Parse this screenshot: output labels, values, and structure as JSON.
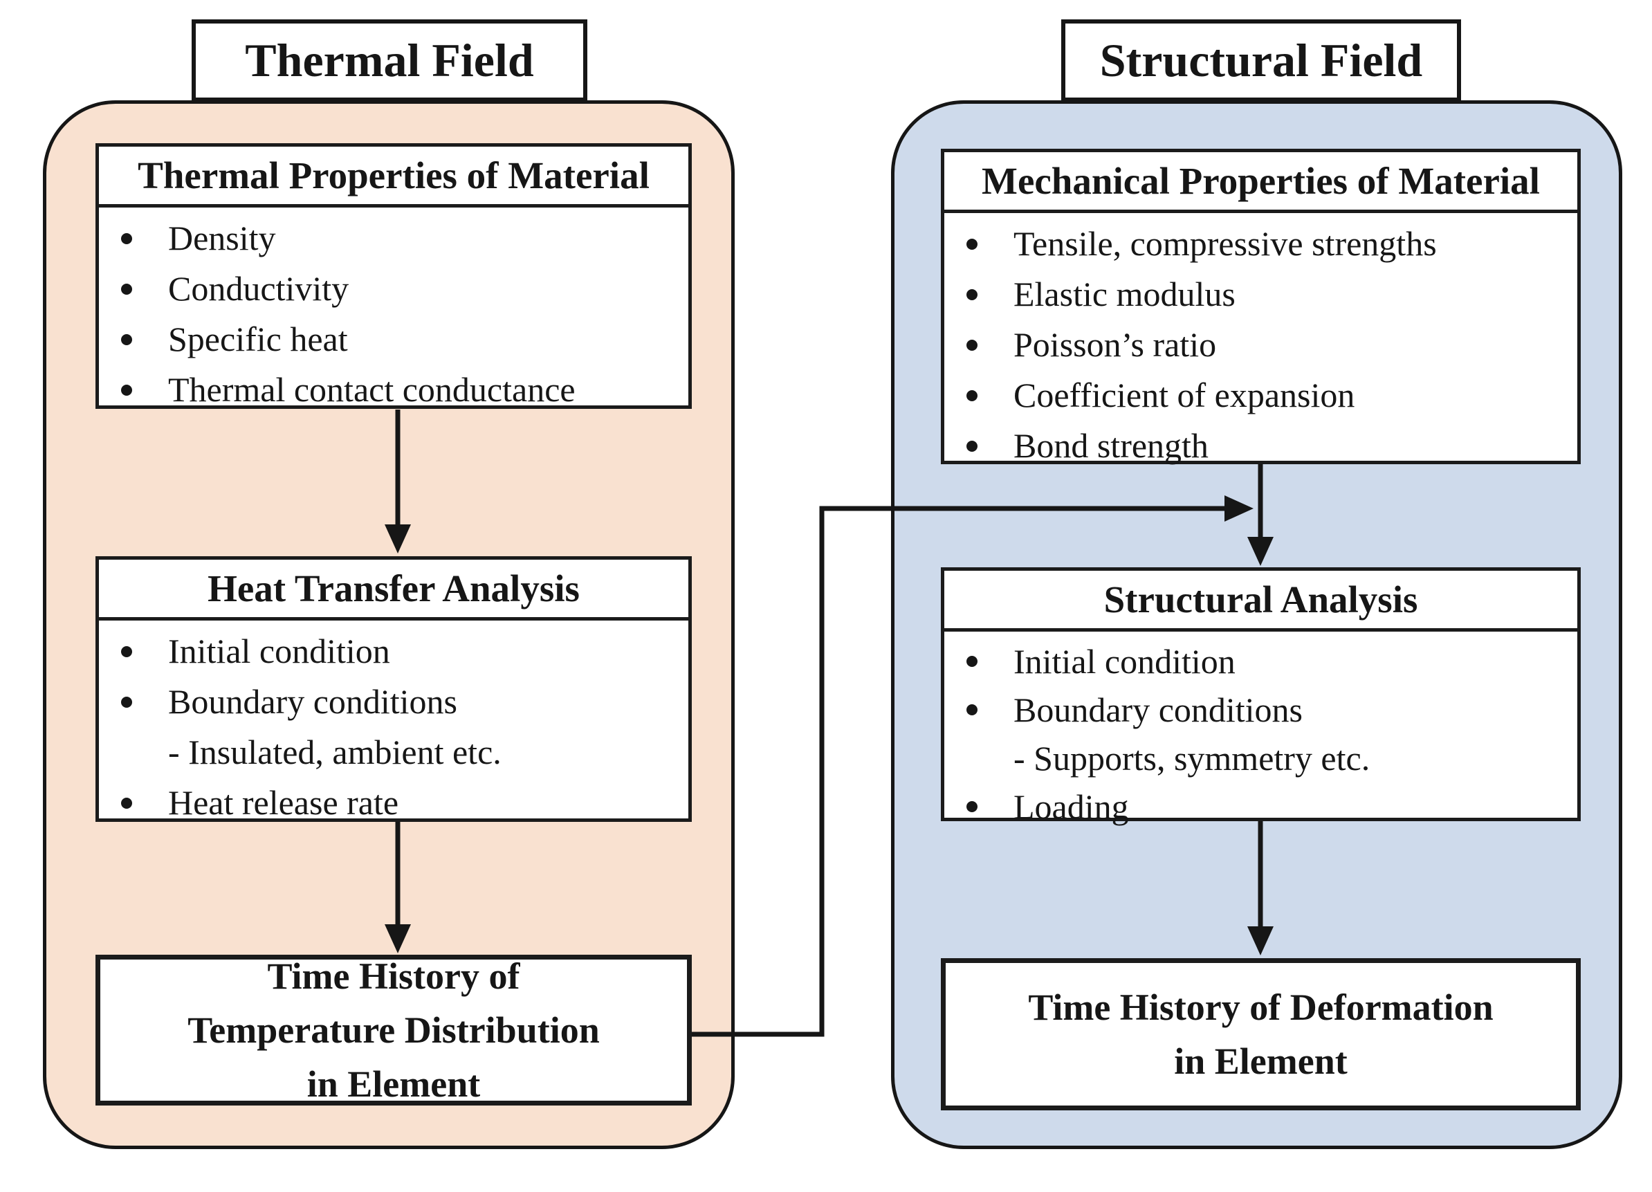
{
  "thermal": {
    "title": "Thermal Field",
    "properties": {
      "header": "Thermal Properties of Material",
      "items": [
        {
          "text": "Density"
        },
        {
          "text": "Conductivity"
        },
        {
          "text": "Specific heat"
        },
        {
          "text": "Thermal contact conductance"
        }
      ]
    },
    "analysis": {
      "header": "Heat Transfer Analysis",
      "items": [
        {
          "text": "Initial condition"
        },
        {
          "text": "Boundary conditions"
        },
        {
          "text": "- Insulated, ambient etc.",
          "indent": true
        },
        {
          "text": "Heat release rate"
        }
      ]
    },
    "output": {
      "lines": [
        "Time History of",
        "Temperature Distribution",
        "in Element"
      ]
    }
  },
  "structural": {
    "title": "Structural Field",
    "properties": {
      "header": "Mechanical Properties of Material",
      "items": [
        {
          "text": "Tensile, compressive strengths"
        },
        {
          "text": "Elastic modulus"
        },
        {
          "text": "Poisson’s ratio"
        },
        {
          "text": "Coefficient of expansion"
        },
        {
          "text": "Bond strength"
        }
      ]
    },
    "analysis": {
      "header": "Structural Analysis",
      "items": [
        {
          "text": "Initial condition"
        },
        {
          "text": "Boundary conditions"
        },
        {
          "text": "- Supports, symmetry etc.",
          "indent": true
        },
        {
          "text": "Loading"
        }
      ]
    },
    "output": {
      "lines": [
        "Time History of Deformation",
        "in Element"
      ]
    }
  },
  "colors": {
    "thermal_panel_bg": "#F9E1D0",
    "structural_panel_bg": "#CEDAEB",
    "box_bg": "#FFFFFF",
    "line": "#161616"
  }
}
